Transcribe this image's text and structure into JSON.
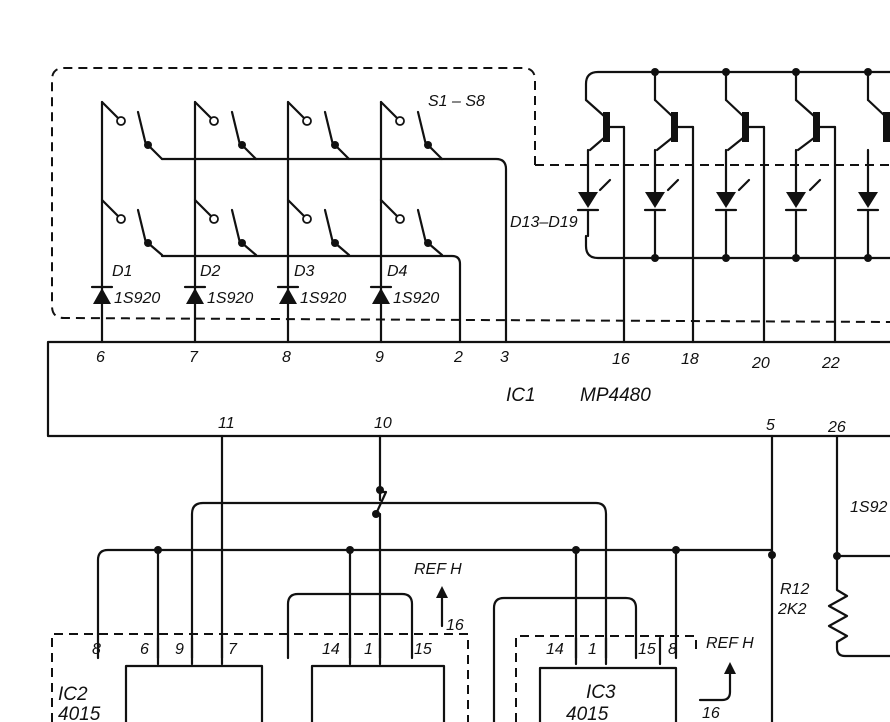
{
  "switch_group": {
    "label": "S1 – S8"
  },
  "led_group": {
    "label": "D13–D19"
  },
  "diodes": [
    {
      "name": "D1",
      "part": "1S920"
    },
    {
      "name": "D2",
      "part": "1S920"
    },
    {
      "name": "D3",
      "part": "1S920"
    },
    {
      "name": "D4",
      "part": "1S920"
    }
  ],
  "ic1": {
    "designator": "IC1",
    "part": "MP4480",
    "top_pins": [
      "6",
      "7",
      "8",
      "9",
      "2",
      "3",
      "16",
      "18",
      "20",
      "22"
    ],
    "bottom_pins": [
      "11",
      "10",
      "5",
      "26"
    ]
  },
  "right_diode": {
    "part": "1S92"
  },
  "resistor": {
    "name": "R12",
    "value": "2K2"
  },
  "ref_labels": [
    "REF H",
    "REF H"
  ],
  "ref_pins": [
    "16",
    "16"
  ],
  "ic2": {
    "designator": "IC2",
    "part": "4015",
    "pins": [
      "8",
      "6",
      "9",
      "7"
    ]
  },
  "ic_mid": {
    "pins": [
      "14",
      "1",
      "15"
    ]
  },
  "ic3": {
    "designator": "IC3",
    "part": "4015",
    "pins": [
      "14",
      "1",
      "15",
      "8"
    ]
  }
}
